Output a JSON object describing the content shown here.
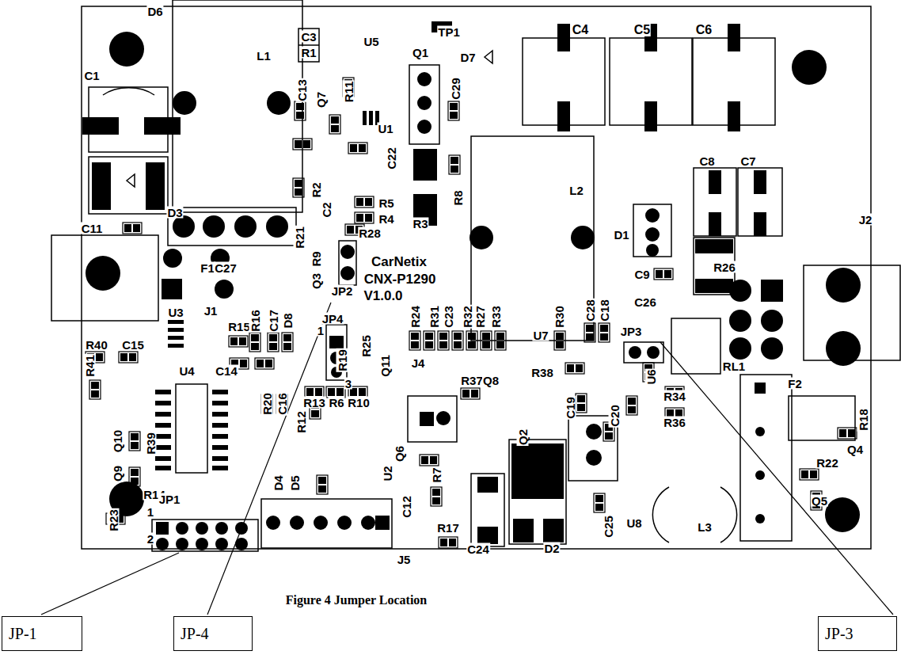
{
  "diagram": {
    "caption": "Figure 4 Jumper Location",
    "nodes": [
      {
        "text": [
          "JP-1"
        ]
      },
      {
        "text": [
          "JP-4"
        ]
      },
      {
        "text": [
          "JP-3"
        ]
      }
    ],
    "labels": [
      "D6",
      "L1",
      "C3",
      "R1",
      "TP1",
      "C13",
      "Q7",
      "R11",
      "U5",
      "Q1",
      "C29",
      "D7",
      "C4",
      "C5",
      "C6",
      "C1",
      "U1",
      "C22",
      "R2",
      "C2",
      "R5",
      "R4",
      "R28",
      "R21",
      "R8",
      "R3",
      "D3",
      "L2",
      "D1",
      "C8",
      "C7",
      "C11",
      "F1",
      "C27",
      "R9",
      "Q3",
      "JP2",
      "CarNetix",
      "CNX-P1290",
      "V1.0.0",
      "R26",
      "J2",
      "C9",
      "C26",
      "J1",
      "U3",
      "R15",
      "R16",
      "C17",
      "D8",
      "JP4",
      "R25",
      "Q11",
      "R24",
      "R31",
      "C23",
      "R32",
      "R27",
      "R33",
      "U7",
      "R30",
      "C28",
      "C18",
      "JP3",
      "U6",
      "R40",
      "C15",
      "R41",
      "U4",
      "C14",
      "1",
      "R19",
      "3",
      "R20",
      "C16",
      "R12",
      "R13",
      "R6",
      "R10",
      "J4",
      "R37",
      "Q8",
      "R38",
      "Q2",
      "C19",
      "C20",
      "R34",
      "R36",
      "RL1",
      "F2",
      "R18",
      "Q4",
      "R22",
      "Q5",
      "Q10",
      "Q9",
      "R39",
      "R23",
      "R14",
      "D4",
      "D5",
      "U2",
      "Q6",
      "R7",
      "C12",
      "R17",
      "C24",
      "D2",
      "C25",
      "U8",
      "L3",
      "JP1",
      "1",
      "2",
      "J5"
    ]
  }
}
